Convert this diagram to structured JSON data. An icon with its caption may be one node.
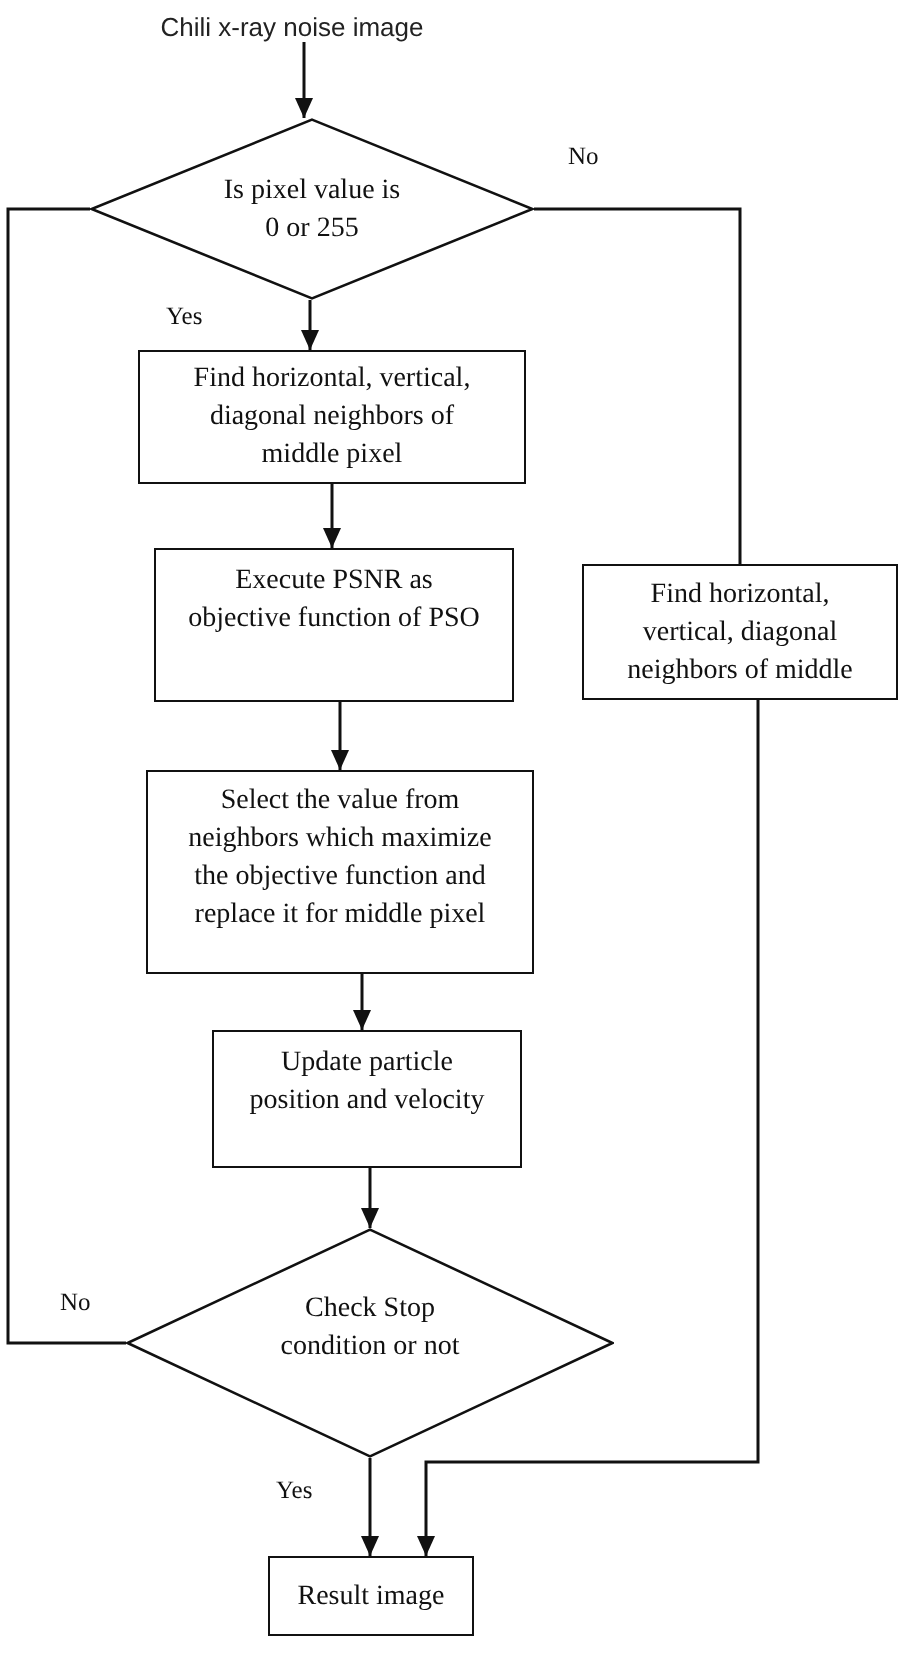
{
  "diagram": {
    "nodes": [
      {
        "text": [
          "Chili x-ray noise image"
        ]
      },
      {
        "text": [
          "Is pixel value is 0 or 255"
        ]
      },
      {
        "text": [
          "Find horizontal, vertical, diagonal neighbors of middle pixel"
        ]
      },
      {
        "text": [
          "Execute PSNR as objective function of PSO"
        ]
      },
      {
        "text": [
          "Select the value from neighbors which maximize the objective function and replace it for middle pixel"
        ]
      },
      {
        "text": [
          "Update particle position and velocity"
        ]
      },
      {
        "text": [
          "Check Stop condition or not"
        ]
      },
      {
        "text": [
          "Result image"
        ]
      },
      {
        "text": [
          "Find horizontal, vertical, diagonal neighbors of middle"
        ]
      }
    ],
    "edges": [
      {
        "from": 0,
        "to": 1,
        "arrow": "to"
      },
      {
        "from": 1,
        "to": 2,
        "arrow": "to",
        "label": "Yes"
      },
      {
        "from": 2,
        "to": 3,
        "arrow": "to"
      },
      {
        "from": 3,
        "to": 4,
        "arrow": "to"
      },
      {
        "from": 4,
        "to": 5,
        "arrow": "to"
      },
      {
        "from": 5,
        "to": 6,
        "arrow": "to"
      },
      {
        "from": 6,
        "to": 7,
        "arrow": "to",
        "label": "Yes"
      },
      {
        "from": 6,
        "to": 1,
        "arrow": "none",
        "label": "No"
      },
      {
        "from": 1,
        "to": 8,
        "arrow": "none",
        "label": "No"
      },
      {
        "from": 8,
        "to": 7,
        "arrow": "to"
      }
    ]
  }
}
